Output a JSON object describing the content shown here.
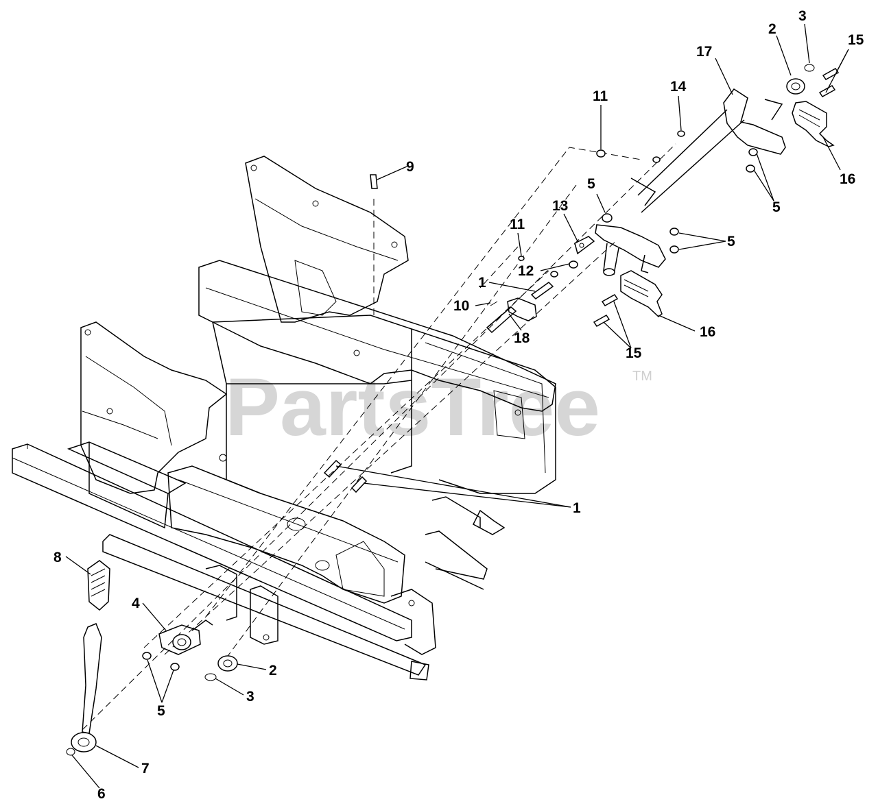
{
  "watermark": {
    "brand": "PartsTree",
    "trademark": "TM"
  },
  "callouts": {
    "c1a": "1",
    "c1b": "1",
    "c2a": "2",
    "c2b": "2",
    "c3a": "3",
    "c3b": "3",
    "c4": "4",
    "c5a": "5",
    "c5b": "5",
    "c5c": "5",
    "c5d": "5",
    "c6": "6",
    "c7": "7",
    "c8": "8",
    "c9": "9",
    "c10": "10",
    "c11a": "11",
    "c11b": "11",
    "c12": "12",
    "c13": "13",
    "c14": "14",
    "c15a": "15",
    "c15b": "15",
    "c16a": "16",
    "c16b": "16",
    "c17": "17",
    "c18": "18"
  }
}
